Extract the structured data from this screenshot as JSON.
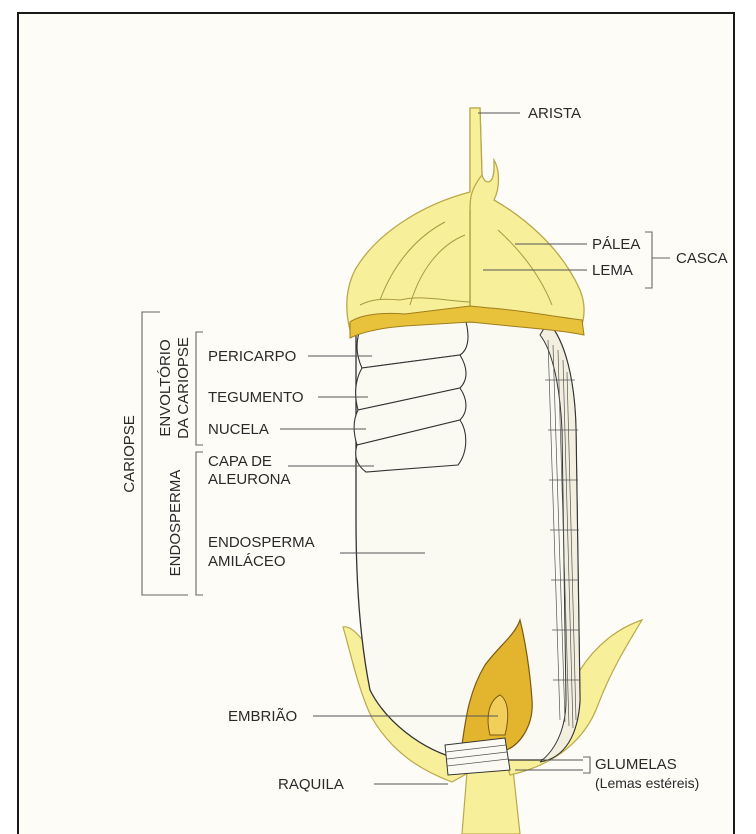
{
  "labels": {
    "arista": "ARISTA",
    "palea": "PÁLEA",
    "lema": "LEMA",
    "casca": "CASCA",
    "pericarpo": "PERICARPO",
    "tegumento": "TEGUMENTO",
    "nucela": "NUCELA",
    "capa_de": "CAPA DE",
    "aleurona": "ALEURONA",
    "endosperma_amilaceo_1": "ENDOSPERMA",
    "endosperma_amilaceo_2": "AMILÁCEO",
    "embriao": "EMBRIÃO",
    "glumelas": "GLUMELAS",
    "lemas_estereis": "(Lemas estéreis)",
    "raquila": "RAQUILA",
    "cariopse": "CARIOPSE",
    "envoltorio_1": "ENVOLTÓRIO",
    "envoltorio_2": "DA CARIOPSE",
    "endosperma_group": "ENDOSPERMA"
  },
  "colors": {
    "husk": "#f8ef9b",
    "husk_stroke": "#b9a94a",
    "band": "#e9c23c",
    "embryo": "#e3b52f",
    "grain": "#fbfaf2",
    "line": "#333333"
  }
}
